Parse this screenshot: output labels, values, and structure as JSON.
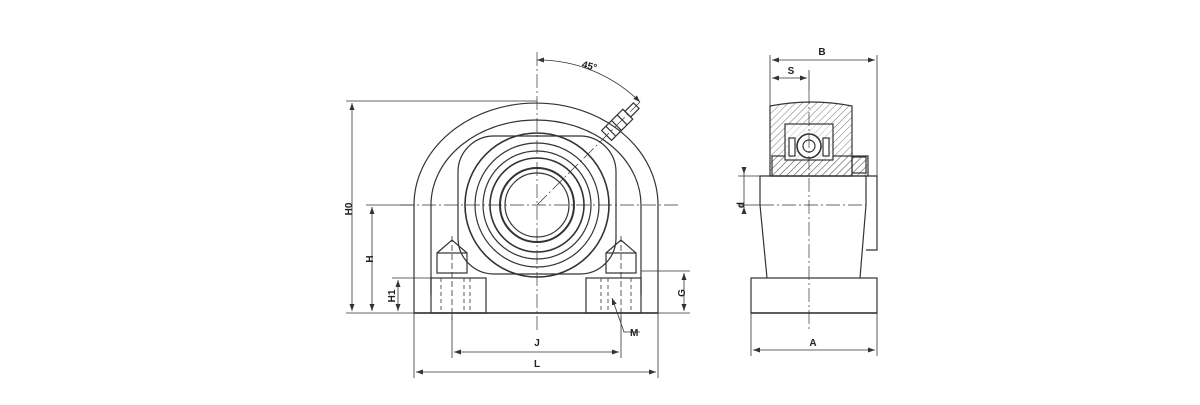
{
  "drawing": {
    "angle_label": "45°",
    "front_view": {
      "labels": {
        "h0": "H0",
        "h": "H",
        "h1": "H1",
        "j": "J",
        "l": "L",
        "g": "G",
        "m": "M"
      }
    },
    "side_view": {
      "labels": {
        "b": "B",
        "s": "S",
        "d": "d",
        "a": "A"
      }
    }
  }
}
